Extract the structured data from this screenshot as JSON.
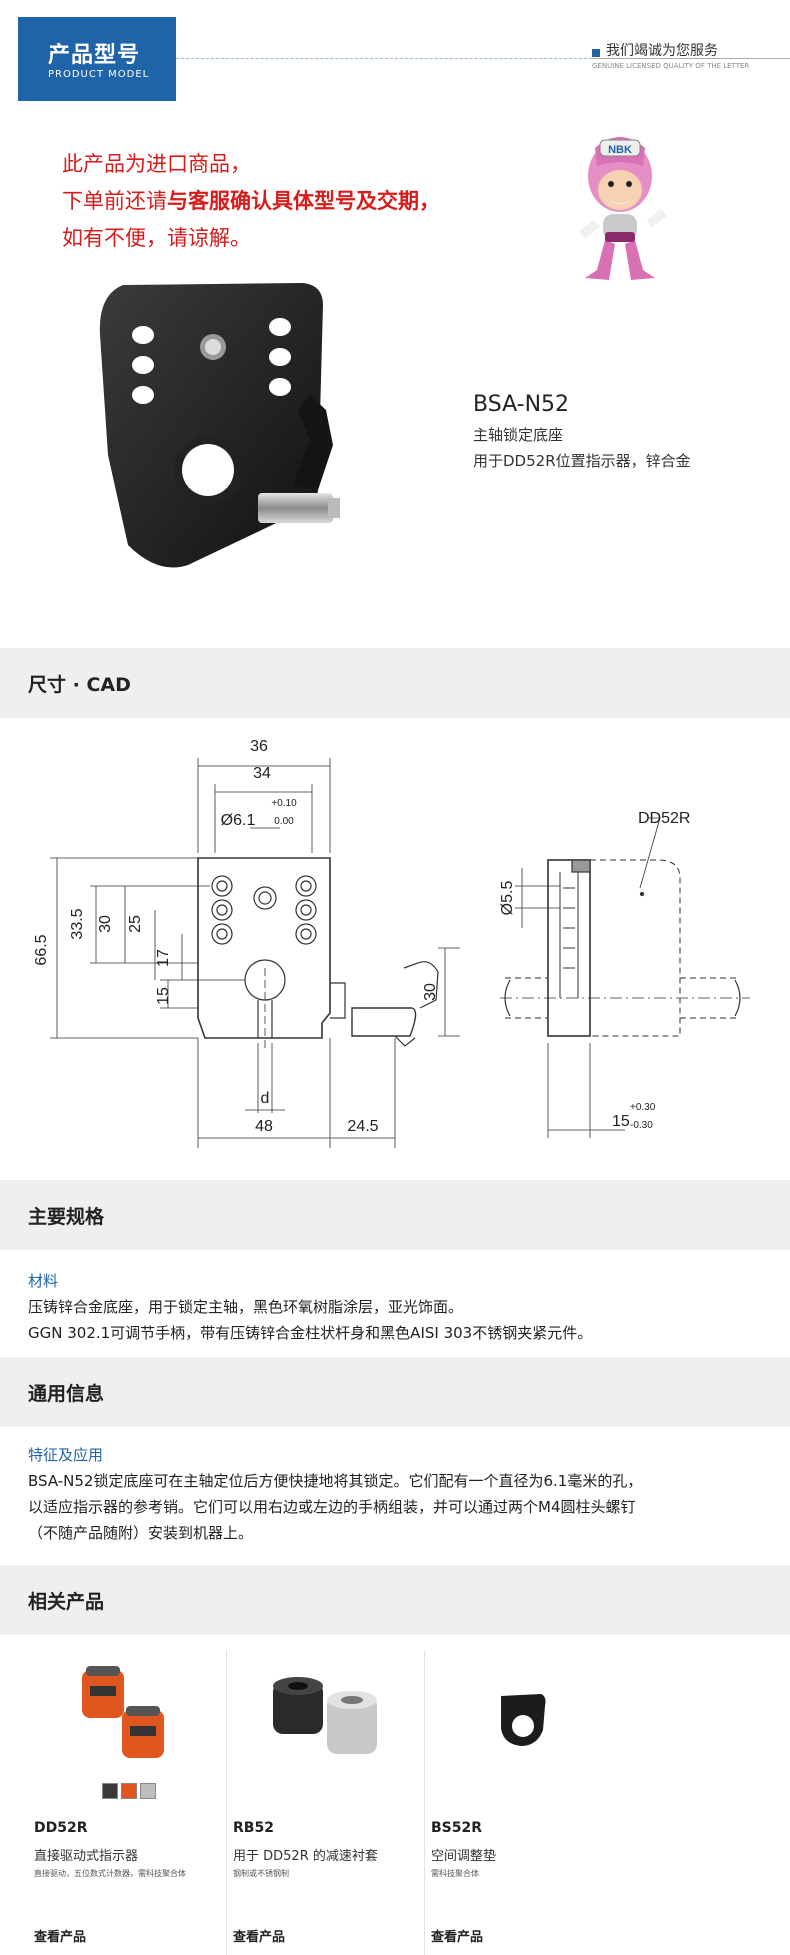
{
  "header": {
    "title_cn": "产品型号",
    "title_en": "PRODUCT MODEL",
    "slogan_cn": "我们竭诚为您服务",
    "slogan_en": "GENUINE LICENSED QUALITY OF THE LETTER"
  },
  "notice": {
    "line1": "此产品为进口商品，",
    "line2_a": "下单前还请",
    "line2_b": "与客服确认具体型号及交期，",
    "line3": "如有不便，请谅解。"
  },
  "mascot": {
    "badge": "NBK"
  },
  "product": {
    "name": "BSA-N52",
    "desc1": "主轴锁定底座",
    "desc2": "用于DD52R位置指示器，锌合金"
  },
  "sections": {
    "cad": "尺寸 · CAD",
    "specs": "主要规格",
    "general": "通用信息",
    "related": "相关产品"
  },
  "drawing": {
    "dims_top": [
      "36",
      "34"
    ],
    "hole_dia": "Ø6.1",
    "hole_tol_upper": "+0.10",
    "hole_tol_lower": "0.00",
    "left_dims": [
      "66.5",
      "33.5",
      "30",
      "25",
      "17",
      "15"
    ],
    "right_dim": "30",
    "bottom_dims": [
      "d",
      "48",
      "24.5"
    ],
    "side_label": "DD52R",
    "side_hole": "Ø5.5",
    "side_width": "15",
    "side_tol_upper": "+0.30",
    "side_tol_lower": "-0.30"
  },
  "specs": {
    "label": "材料",
    "line1": "压铸锌合金底座，用于锁定主轴，黑色环氧树脂涂层，亚光饰面。",
    "line2": "GGN 302.1可调节手柄，带有压铸锌合金柱状杆身和黑色AISI 303不锈钢夹紧元件。"
  },
  "general": {
    "label": "特征及应用",
    "line1": "BSA-N52锁定底座可在主轴定位后方便快捷地将其锁定。它们配有一个直径为6.1毫米的孔，",
    "line2": "以适应指示器的参考销。它们可以用右边或左边的手柄组装，并可以通过两个M4圆柱头螺钉",
    "line3": "（不随产品随附）安装到机器上。"
  },
  "related": [
    {
      "code": "DD52R",
      "name": "直接驱动式指示器",
      "small": "直接驱动，五位数式计数器，需科技聚合体",
      "more": "查看产品"
    },
    {
      "code": "RB52",
      "name": "用于 DD52R 的减速衬套",
      "small": "钢制或不锈钢制",
      "more": "查看产品"
    },
    {
      "code": "BS52R",
      "name": "空间调整垫",
      "small": "需科技聚合体",
      "more": "查看产品"
    }
  ],
  "colors": {
    "brand": "#1f63a8",
    "notice": "#d81b1b",
    "section_bg": "#efefef",
    "swatches": [
      "#3a3a3a",
      "#e0561e",
      "#bdbdbd"
    ]
  }
}
